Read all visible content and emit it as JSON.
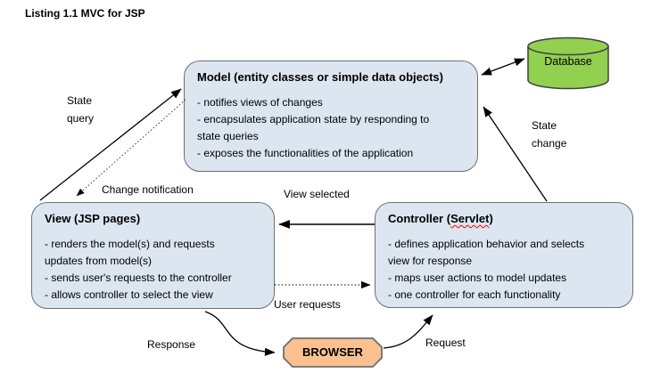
{
  "title": "Listing 1.1 MVC for JSP",
  "colors": {
    "node_fill": "#dce6f1",
    "node_border": "#6e6e6e",
    "database_fill": "#92d050",
    "database_border": "#404040",
    "browser_fill": "#fac090",
    "browser_border": "#6e6e6e",
    "arrow": "#000000",
    "misspell_underline": "#ff0000"
  },
  "nodes": {
    "model": {
      "title": "Model (entity classes or simple data objects)",
      "lines": [
        "- notifies views of changes",
        "- encapsulates application state by responding to",
        "state queries",
        "- exposes the functionalities of the application"
      ]
    },
    "view": {
      "title": "View (JSP pages)",
      "lines": [
        "- renders the model(s) and requests",
        "updates from model(s)",
        "- sends user's requests to the controller",
        "- allows controller to select the view"
      ]
    },
    "controller": {
      "title_prefix": "Controller (",
      "title_word": "Servlet",
      "title_suffix": ")",
      "lines": [
        "- defines application behavior and selects",
        "view for response",
        "- maps user actions to model updates",
        "- one controller for each functionality"
      ]
    },
    "database": {
      "label": "Database"
    },
    "browser": {
      "label": "BROWSER"
    }
  },
  "edge_labels": {
    "state_query": "State query",
    "change_notification": "Change notification",
    "state_change": "State change",
    "view_selected": "View selected",
    "user_requests": "User requests",
    "response": "Response",
    "request": "Request"
  }
}
